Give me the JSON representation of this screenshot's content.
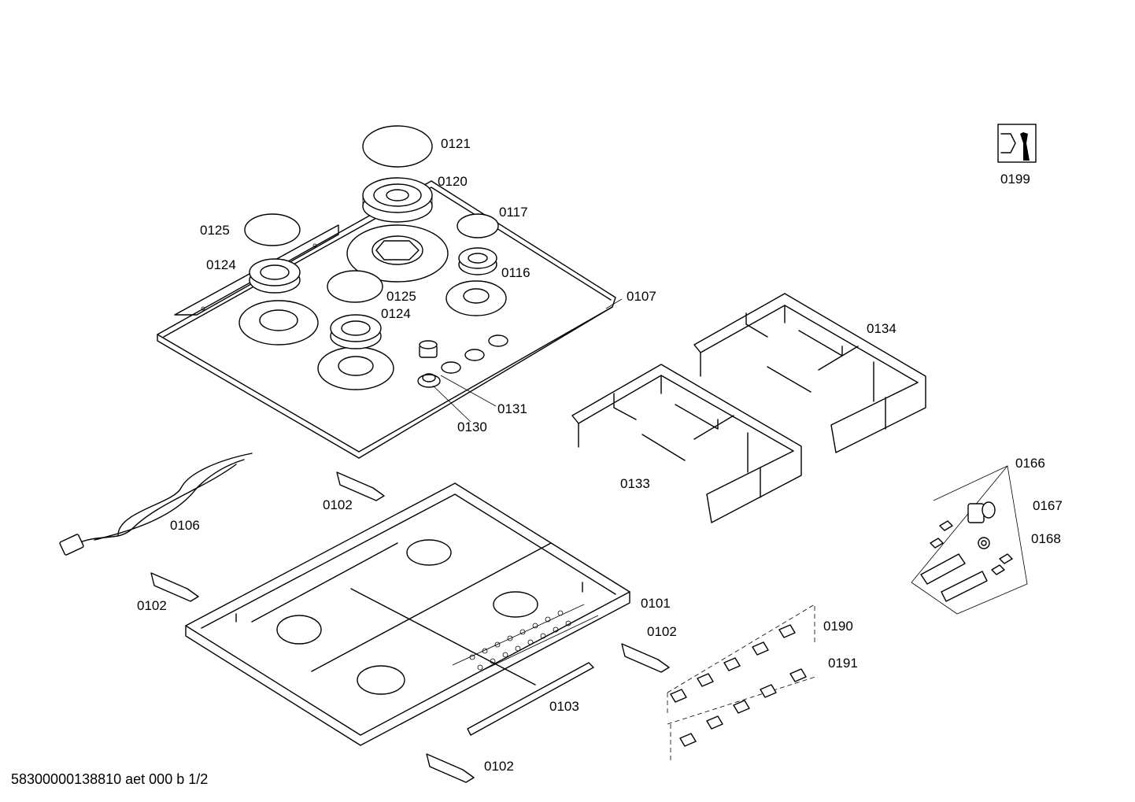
{
  "diagram": {
    "footer_text": "58300000138810 aet 000 b 1/2",
    "parts": [
      {
        "id": "p0121",
        "label": "0121"
      },
      {
        "id": "p0120",
        "label": "0120"
      },
      {
        "id": "p0117",
        "label": "0117"
      },
      {
        "id": "p0125a",
        "label": "0125"
      },
      {
        "id": "p0124a",
        "label": "0124"
      },
      {
        "id": "p0116",
        "label": "0116"
      },
      {
        "id": "p0125b",
        "label": "0125"
      },
      {
        "id": "p0124b",
        "label": "0124"
      },
      {
        "id": "p0107",
        "label": "0107"
      },
      {
        "id": "p0131",
        "label": "0131"
      },
      {
        "id": "p0130",
        "label": "0130"
      },
      {
        "id": "p0134",
        "label": "0134"
      },
      {
        "id": "p0133",
        "label": "0133"
      },
      {
        "id": "p0199",
        "label": "0199"
      },
      {
        "id": "p0166",
        "label": "0166"
      },
      {
        "id": "p0167",
        "label": "0167"
      },
      {
        "id": "p0168",
        "label": "0168"
      },
      {
        "id": "p0102a",
        "label": "0102"
      },
      {
        "id": "p0106",
        "label": "0106"
      },
      {
        "id": "p0102b",
        "label": "0102"
      },
      {
        "id": "p0101",
        "label": "0101"
      },
      {
        "id": "p0102c",
        "label": "0102"
      },
      {
        "id": "p0190",
        "label": "0190"
      },
      {
        "id": "p0191",
        "label": "0191"
      },
      {
        "id": "p0103",
        "label": "0103"
      },
      {
        "id": "p0102d",
        "label": "0102"
      }
    ]
  }
}
